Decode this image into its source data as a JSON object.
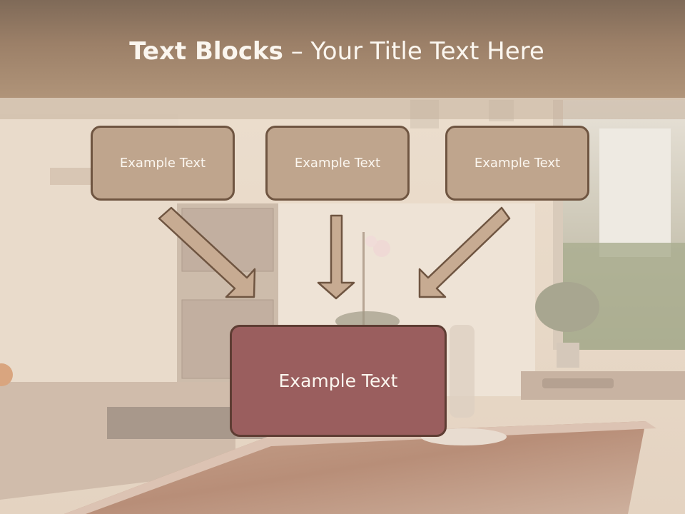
{
  "title": {
    "bold": "Text Blocks",
    "dash": " – ",
    "rest": "Your Title Text Here"
  },
  "boxes": {
    "left": "Example Text",
    "center": "Example Text",
    "right": "Example Text",
    "main": "Example Text"
  },
  "colors": {
    "title_band": "#a48770",
    "box_fill": "#bfa58d",
    "box_border": "#6f5541",
    "main_box_fill": "#9a5e5e",
    "arrow_fill": "#c7ab92"
  }
}
